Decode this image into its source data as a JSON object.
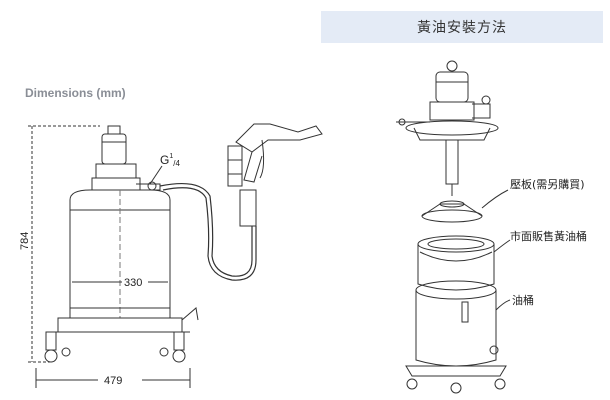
{
  "install_title": "黃油安裝方法",
  "dimensions_title": "Dimensions (mm)",
  "dims": {
    "height": "784",
    "drum_width": "330",
    "base_width": "479",
    "thread_main": "G",
    "thread_sup": "1",
    "thread_sub": "/4"
  },
  "install_labels": {
    "plate": "壓板(需另購買)",
    "drum": "市面販售黃油桶",
    "tank": "油桶"
  }
}
